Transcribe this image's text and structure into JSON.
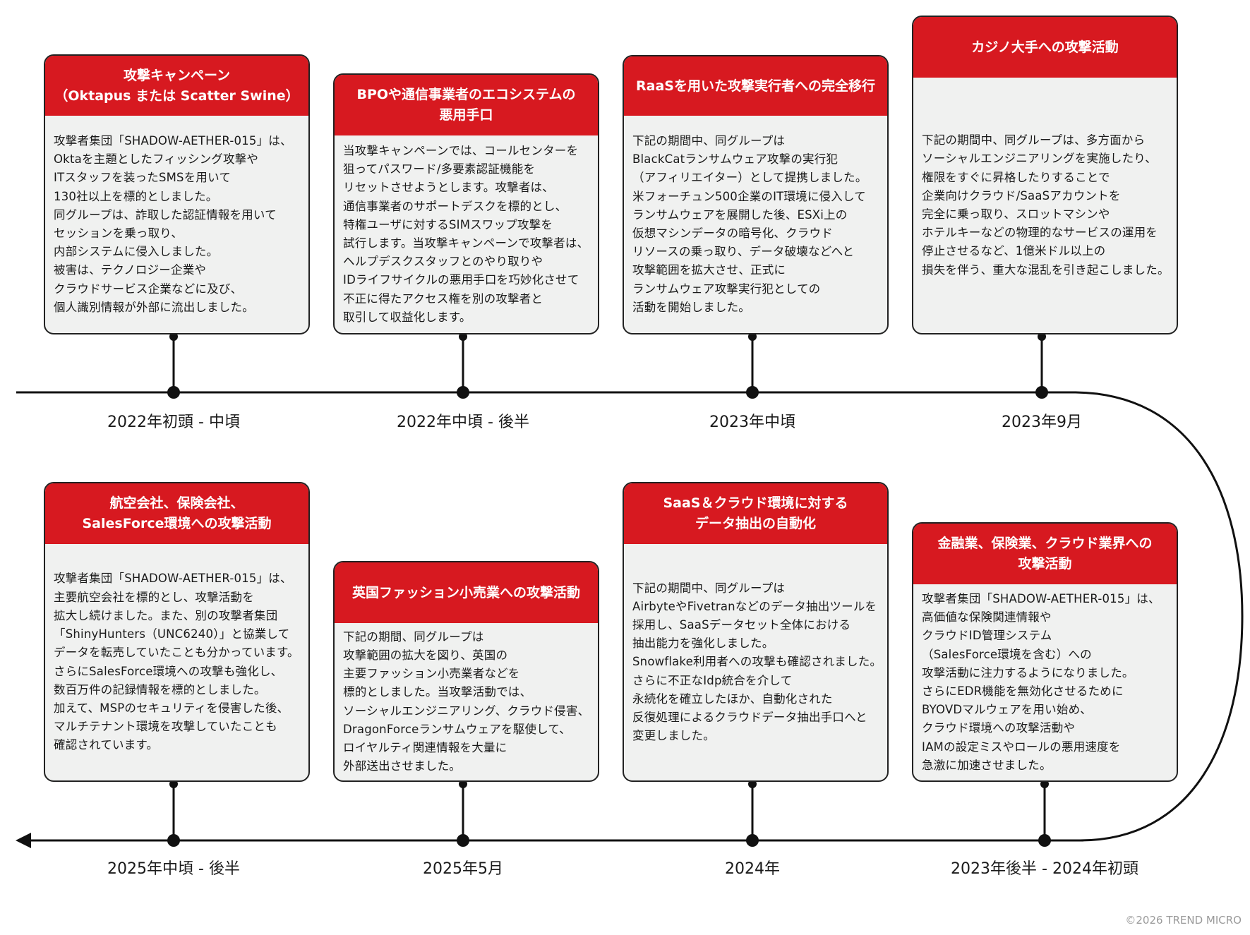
{
  "colors": {
    "accent": "#d71920",
    "card_bg": "#f0f1f0",
    "line": "#111111"
  },
  "events": [
    {
      "date": "2022年初頭 - 中頃",
      "title": [
        "攻撃キャンペーン",
        "（Oktapus または Scatter Swine）"
      ],
      "body": [
        "攻撃者集団「SHADOW-AETHER-015」は、",
        "Oktaを主題としたフィッシング攻撃や",
        "ITスタッフを装ったSMSを用いて",
        "130社以上を標的としました。",
        "同グループは、詐取した認証情報を用いて",
        "セッションを乗っ取り、",
        "内部システムに侵入しました。",
        "被害は、テクノロジー企業や",
        "クラウドサービス企業などに及び、",
        "個人識別情報が外部に流出しました。"
      ]
    },
    {
      "date": "2022年中頃 - 後半",
      "title": [
        "BPOや通信事業者のエコシステムの",
        "悪用手口"
      ],
      "body": [
        "当攻撃キャンペーンでは、コールセンターを",
        "狙ってパスワード/多要素認証機能を",
        "リセットさせようとします。攻撃者は、",
        "通信事業者のサポートデスクを標的とし、",
        "特権ユーザに対するSIMスワップ攻撃を",
        "試行します。当攻撃キャンペーンで攻撃者は、",
        "ヘルプデスクスタッフとのやり取りや",
        "IDライフサイクルの悪用手口を巧妙化させて",
        "不正に得たアクセス権を別の攻撃者と",
        "取引して収益化します。"
      ]
    },
    {
      "date": "2023年中頃",
      "title": [
        "RaaSを用いた攻撃実行者への完全移行"
      ],
      "body": [
        "下記の期間中、同グループは",
        "BlackCatランサムウェア攻撃の実行犯",
        "（アフィリエイター）として提携しました。",
        "米フォーチュン500企業のIT環境に侵入して",
        "ランサムウェアを展開した後、ESXi上の",
        "仮想マシンデータの暗号化、クラウド",
        "リソースの乗っ取り、データ破壊などへと",
        "攻撃範囲を拡大させ、正式に",
        "ランサムウェア攻撃実行犯としての",
        "活動を開始しました。"
      ]
    },
    {
      "date": "2023年9月",
      "title": [
        "カジノ大手への攻撃活動"
      ],
      "body": [
        "下記の期間中、同グループは、多方面から",
        "ソーシャルエンジニアリングを実施したり、",
        "権限をすぐに昇格したりすることで",
        "企業向けクラウド/SaaSアカウントを",
        "完全に乗っ取り、スロットマシンや",
        "ホテルキーなどの物理的なサービスの運用を",
        "停止させるなど、1億米ドル以上の",
        "損失を伴う、重大な混乱を引き起こしました。"
      ]
    },
    {
      "date": "2023年後半 - 2024年初頭",
      "title": [
        "金融業、保険業、クラウド業界への",
        "攻撃活動"
      ],
      "body": [
        "攻撃者集団「SHADOW-AETHER-015」は、",
        "高価値な保険関連情報や",
        "クラウドID管理システム",
        "（SalesForce環境を含む）への",
        "攻撃活動に注力するようになりました。",
        "さらにEDR機能を無効化させるために",
        "BYOVDマルウェアを用い始め、",
        "クラウド環境への攻撃活動や",
        "IAMの設定ミスやロールの悪用速度を",
        "急激に加速させました。"
      ]
    },
    {
      "date": "2024年",
      "title": [
        "SaaS＆クラウド環境に対する",
        "データ抽出の自動化"
      ],
      "body": [
        "下記の期間中、同グループは",
        "AirbyteやFivetranなどのデータ抽出ツールを",
        "採用し、SaaSデータセット全体における",
        "抽出能力を強化しました。",
        "Snowflake利用者への攻撃も確認されました。",
        "さらに不正なIdp統合を介して",
        "永続化を確立したほか、自動化された",
        "反復処理によるクラウドデータ抽出手口へと",
        "変更しました。"
      ]
    },
    {
      "date": "2025年5月",
      "title": [
        "英国ファッション小売業への攻撃活動"
      ],
      "body": [
        "下記の期間、同グループは",
        "攻撃範囲の拡大を図り、英国の",
        "主要ファッション小売業者などを",
        "標的としました。当攻撃活動では、",
        "ソーシャルエンジニアリング、クラウド侵害、",
        "DragonForceランサムウェアを駆使して、",
        "ロイヤルティ関連情報を大量に",
        "外部送出させました。"
      ]
    },
    {
      "date": "2025年中頃 - 後半",
      "title": [
        "航空会社、保険会社、",
        "SalesForce環境への攻撃活動"
      ],
      "body": [
        "攻撃者集団「SHADOW-AETHER-015」は、",
        "主要航空会社を標的とし、攻撃活動を",
        "拡大し続けました。また、別の攻撃者集団",
        "「ShinyHunters（UNC6240）」と協業して",
        "データを転売していたことも分かっています。",
        "さらにSalesForce環境への攻撃も強化し、",
        "数百万件の記録情報を標的としました。",
        "加えて、MSPのセキュリティを侵害した後、",
        "マルチテナント環境を攻撃していたことも",
        "確認されています。"
      ]
    }
  ],
  "copyright": "©2026 TREND MICRO"
}
